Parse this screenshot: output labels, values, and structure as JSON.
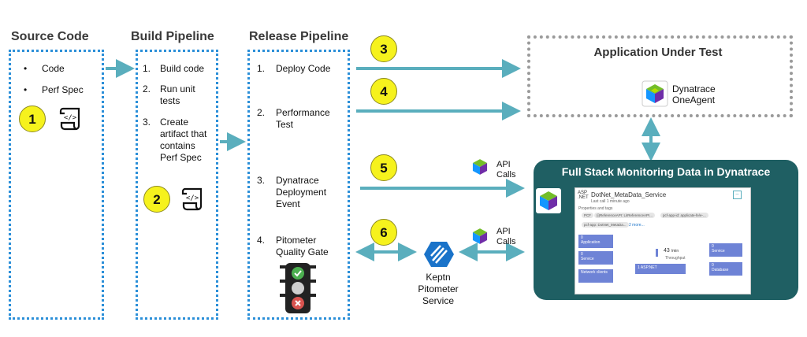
{
  "stages": {
    "source_code": {
      "title": "Source Code",
      "items": [
        "Code",
        "Perf Spec"
      ],
      "step": "1"
    },
    "build": {
      "title": "Build Pipeline",
      "items": [
        {
          "n": "1.",
          "text": "Build code"
        },
        {
          "n": "2.",
          "text": "Run unit tests"
        },
        {
          "n": "3.",
          "text": "Create artifact that contains Perf Spec"
        }
      ],
      "step": "2"
    },
    "release": {
      "title": "Release Pipeline",
      "items": [
        {
          "n": "1.",
          "text": "Deploy Code"
        },
        {
          "n": "2.",
          "text": "Performance Test"
        },
        {
          "n": "3.",
          "text": "Dynatrace Deployment Event"
        },
        {
          "n": "4.",
          "text": "Pitometer Quality Gate"
        }
      ]
    }
  },
  "steps": [
    "3",
    "4",
    "5",
    "6"
  ],
  "aut": {
    "title": "Application Under Test",
    "agent": "Dynatrace OneAgent"
  },
  "api_calls": "API Calls",
  "keptn": "Keptn Pitometer Service",
  "monitoring": {
    "title": "Full Stack Monitoring Data in Dynatrace",
    "service_name": "DotNet_MetaData_Service",
    "asp_label": "ASP .NET",
    "last_call": "Last call 1 minute ago",
    "props_label": "Properties and tags",
    "pills": [
      "PCF",
      "(i)ReferenceAPI: LiIReferenceAPI...",
      "pcf-app-id: applicate-fe/e-...",
      "pcf-app: DotNet_MetaDa...",
      "2 more..."
    ],
    "tiles": [
      {
        "value": "0",
        "label": "Application"
      },
      {
        "value": "0",
        "label": "Service"
      },
      {
        "value": "",
        "label": "Network clients"
      }
    ],
    "throughput": {
      "value": "43",
      "unit": "/min",
      "label": "Throughput"
    },
    "aspnet_bar": "1 ASP.NET",
    "right_tiles": [
      {
        "value": "0",
        "label": "Service"
      },
      {
        "value": "0",
        "label": "Database"
      }
    ]
  },
  "colors": {
    "accent": "#2b8fd8",
    "arrow": "#5aaebd",
    "step": "#f6f21d",
    "panel": "#1f5f63"
  },
  "icons": [
    "code-scroll-icon",
    "dynatrace-logo-icon",
    "traffic-light-icon",
    "keptn-logo-icon"
  ]
}
